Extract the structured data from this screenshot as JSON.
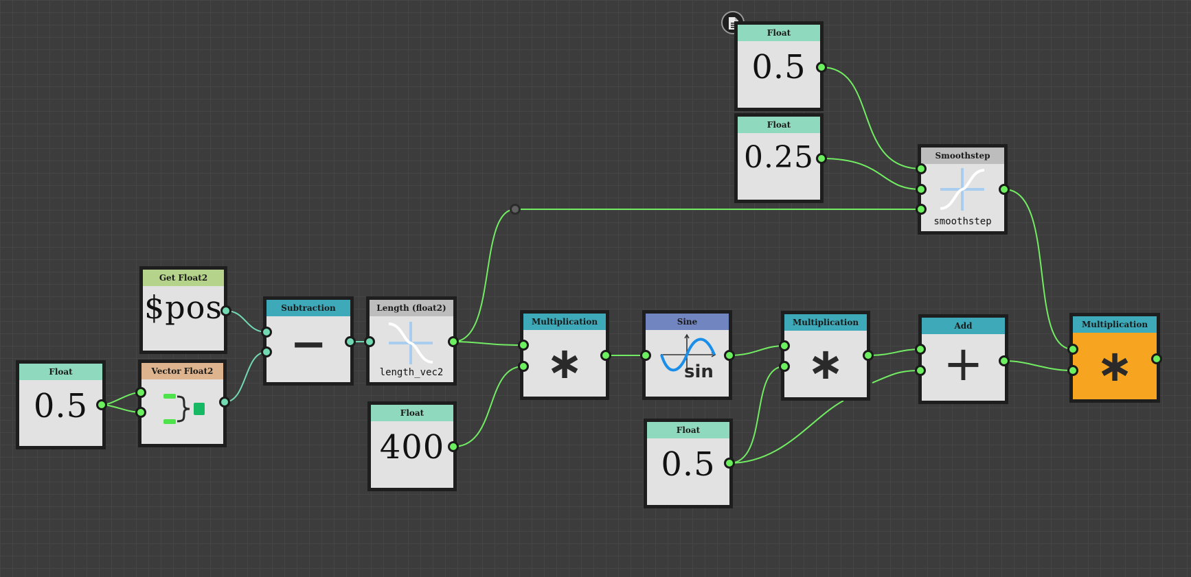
{
  "nodes": {
    "float_a": {
      "title": "Float",
      "value": "0.5"
    },
    "get_pos": {
      "title": "Get Float2",
      "value": "$pos"
    },
    "vec2": {
      "title": "Vector Float2"
    },
    "sub": {
      "title": "Subtraction",
      "symbol": "−"
    },
    "length": {
      "title": "Length (float2)",
      "label": "length_vec2"
    },
    "float_400": {
      "title": "Float",
      "value": "400"
    },
    "mul1": {
      "title": "Multiplication",
      "symbol": "∗"
    },
    "sine": {
      "title": "Sine",
      "label": "sin"
    },
    "mul2": {
      "title": "Multiplication",
      "symbol": "∗"
    },
    "float_c": {
      "title": "Float",
      "value": "0.5"
    },
    "add": {
      "title": "Add",
      "symbol": "+"
    },
    "mul3": {
      "title": "Multiplication",
      "symbol": "∗"
    },
    "float_top": {
      "title": "Float",
      "value": "0.5"
    },
    "float_025": {
      "title": "Float",
      "value": "0.25"
    },
    "smooth": {
      "title": "Smoothstep",
      "label": "smoothstep"
    }
  },
  "colors": {
    "wire": "#72ed63",
    "pin": "#6cf05f",
    "pin_alt": "#72dab2",
    "hdr_float": "#8fd9be",
    "hdr_get": "#b5d38a",
    "hdr_vector": "#ddb48e",
    "hdr_op": "#3eaab9",
    "hdr_length": "#bdbdbd",
    "hdr_sine": "#7186c0",
    "output_fill": "#f7a520"
  },
  "icons": {
    "doc": "document-icon",
    "vector": "vector-bracket-icon",
    "length": "length-wave-icon",
    "sine": "sine-wave-icon",
    "smooth": "smoothstep-wave-icon"
  }
}
